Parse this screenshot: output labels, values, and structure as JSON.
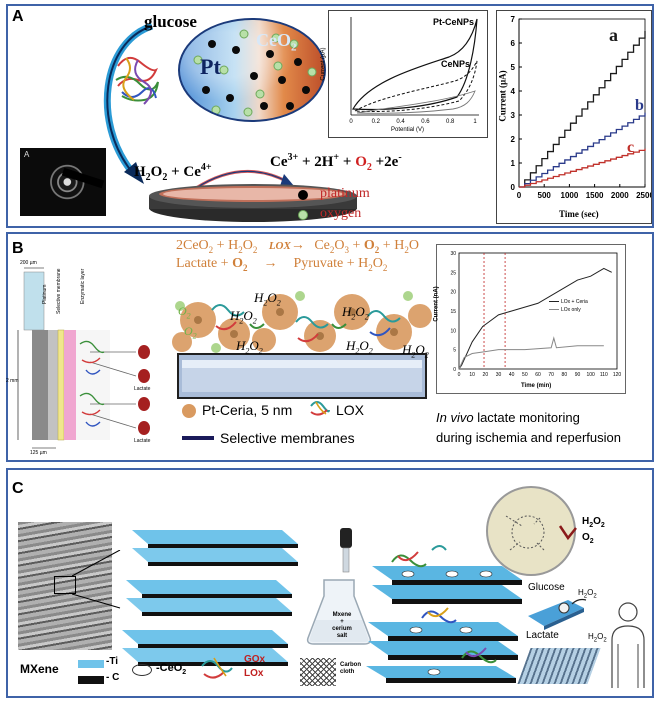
{
  "panel_a": {
    "letter": "A",
    "glucose_label": "glucose",
    "pt_label": "Pt",
    "ceo2_label": "CeO",
    "ceo2_sub": "2",
    "reaction_left_h2o2": "H",
    "reaction_left_rest": "O",
    "reaction_left_ce": " + Ce",
    "reaction_left_ce_sup": "4+",
    "reaction_right_ce3": "Ce",
    "reaction_right_ce3_sup": "3+",
    "reaction_right_middle": " + 2H",
    "reaction_right_h_sup": "+",
    "reaction_right_plus": " + ",
    "reaction_right_o2": "O",
    "reaction_right_o2_sub": "2",
    "reaction_right_end": " +2e",
    "reaction_right_e_sup": "-",
    "legend_platinum": "platinum",
    "legend_oxygen": "oxygen",
    "cv_plot": {
      "label_pt_ceo": "Pt-CeNPs",
      "label_ceo": "CeNPs",
      "ylabel": "Current (µA)",
      "xlabel": "Potential (V)",
      "xticks": [
        "0",
        "0.2",
        "0.4",
        "0.6",
        "0.8",
        "1"
      ]
    },
    "amp_plot": {
      "ylabel": "Current (µA)",
      "xlabel": "Time (sec)",
      "yticks": [
        "0",
        "1",
        "2",
        "3",
        "4",
        "5",
        "6",
        "7"
      ],
      "xticks": [
        "0",
        "500",
        "1000",
        "1500",
        "2000",
        "2500"
      ],
      "label_a": "a",
      "label_b": "b",
      "label_c": "c"
    },
    "colors": {
      "trace_a": "#1a1a1a",
      "trace_b": "#2a3a8a",
      "trace_c": "#c0302a"
    }
  },
  "panel_b": {
    "letter": "B",
    "eq1_left": "2CeO",
    "eq1_plus": " + H",
    "eq1_lox": "LOX",
    "eq1_arrow": "→",
    "eq1_right": "Ce",
    "eq1_right_sub": "2",
    "eq1_right_o": "O",
    "eq1_right_sub2": "3",
    "eq1_plus2": " + ",
    "eq1_o2": "O",
    "eq1_o2_sub": "2",
    "eq1_end": " + H",
    "eq1_end_sub": "2",
    "eq1_end_o": "O",
    "eq2_left": "Lactate + ",
    "eq2_o2": "O",
    "eq2_o2_sub": "2",
    "eq2_arrow": "→",
    "eq2_right": "Pyruvate + H",
    "eq2_right_sub": "2",
    "eq2_right_o": "O",
    "eq2_right_sub2": "2",
    "h2o2_main": "H",
    "h2o2_sub": "2",
    "h2o2_o": "O",
    "o2_label": "O",
    "o2_sub": "2",
    "legend_pt_ceria": "Pt-Ceria, 5 nm",
    "legend_lox": "LOX",
    "legend_membranes": "Selective membranes",
    "caption_italic": "In vivo",
    "caption_line1_rest": " lactate monitoring",
    "caption_line2": "during ischemia and reperfusion",
    "schematic": {
      "top_dim": "200 µm",
      "side_dim": "2 mm",
      "bottom_dim": "125 µm",
      "layer_platinum": "Platinum",
      "layer_selective": "Selective membrane",
      "layer_enzymatic": "Enzymatic layer",
      "lactate": "Lactate"
    },
    "plot": {
      "ylabel": "Current (nA)",
      "xlabel": "Time (min)",
      "yticks": [
        "0",
        "5",
        "10",
        "15",
        "20",
        "25",
        "30"
      ],
      "xticks": [
        "0",
        "10",
        "20",
        "30",
        "40",
        "50",
        "60",
        "70",
        "80",
        "90",
        "100",
        "110",
        "120"
      ],
      "legend_ceria": "LOx + Ceria",
      "legend_only": "LOx only"
    }
  },
  "panel_c": {
    "letter": "C",
    "mxene_label": "MXene",
    "legend_ti": "-Ti",
    "legend_c": "- C",
    "legend_ceo2": "-CeO",
    "legend_ceo2_sub": "2",
    "legend_gox": "GOx",
    "legend_lox": "LOx",
    "flask_text_1": "Mxene",
    "flask_text_2": "+",
    "flask_text_3": "cerium",
    "flask_text_4": "salt",
    "carbon_cloth_1": "Carbon",
    "carbon_cloth_2": "cloth",
    "bubble_h2o2": "H",
    "bubble_o2": "O",
    "glucose_label": "Glucose",
    "lactate_label": "Lactate",
    "device_h2o2": "H",
    "sub2": "2"
  }
}
